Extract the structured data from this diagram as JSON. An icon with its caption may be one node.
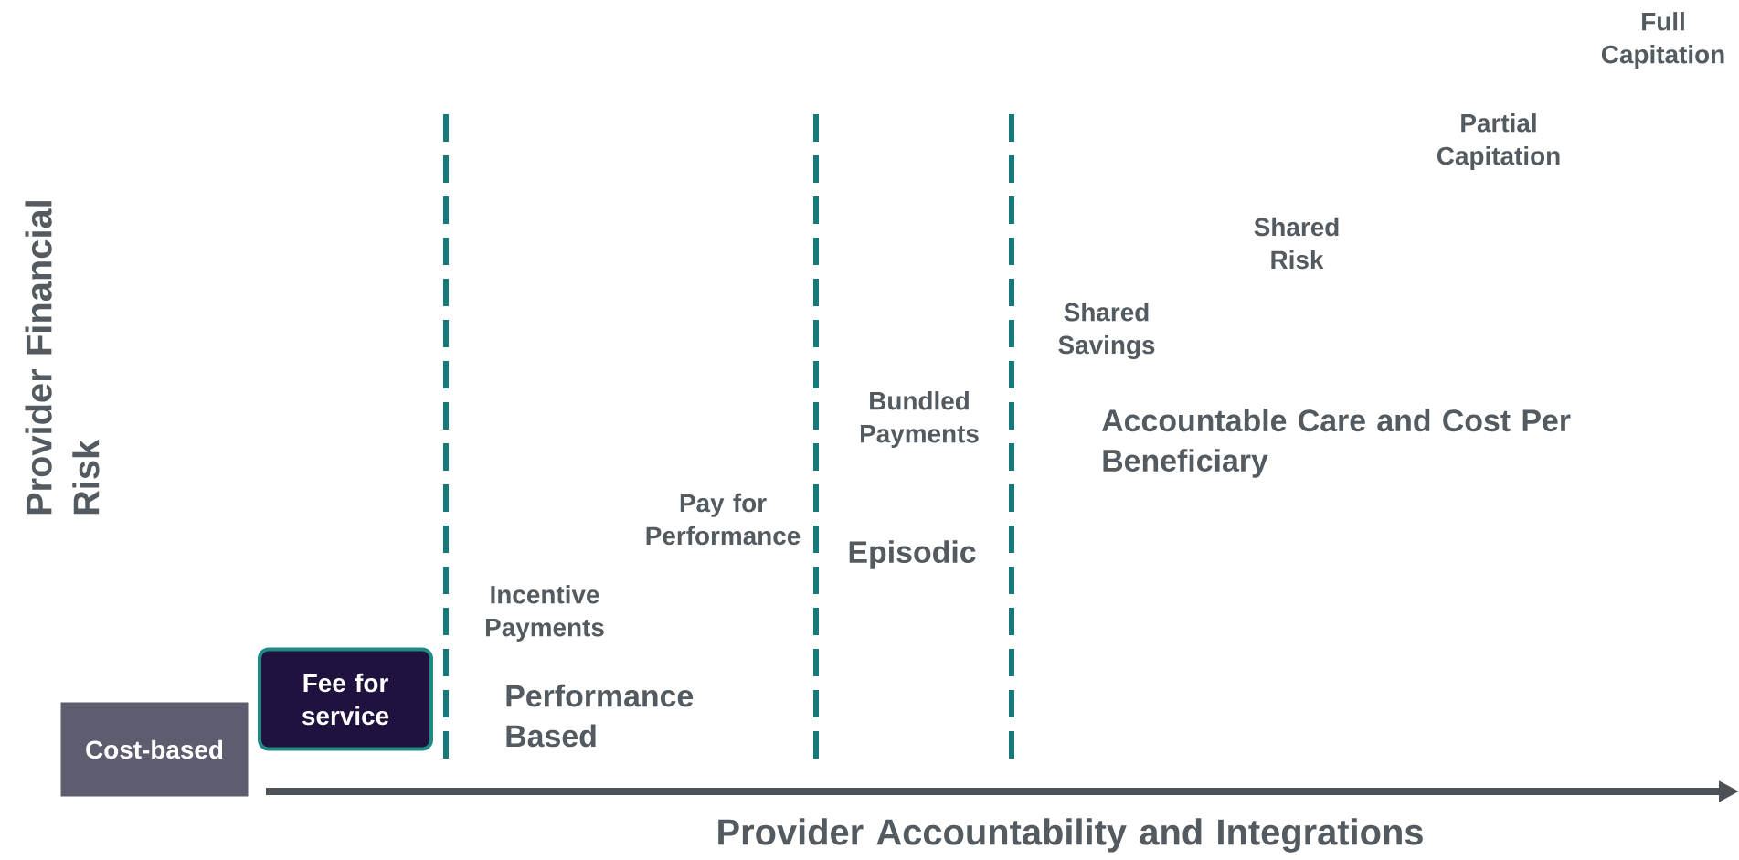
{
  "diagram": {
    "nodes": [
      {
        "text": [
          "Cost-based"
        ]
      },
      {
        "text": [
          "Fee for service"
        ]
      }
    ],
    "labels": [
      "Provider Financial Risk",
      "Full Capitation",
      "Partial Capitation",
      "Shared Risk",
      "Shared Savings",
      "Bundled Payments",
      "Accountable Care and Cost Per Beneficiary",
      "Pay for Performance",
      "Episodic",
      "Incentive Payments",
      "Performance Based",
      "Provider Accountability and Integrations"
    ]
  }
}
